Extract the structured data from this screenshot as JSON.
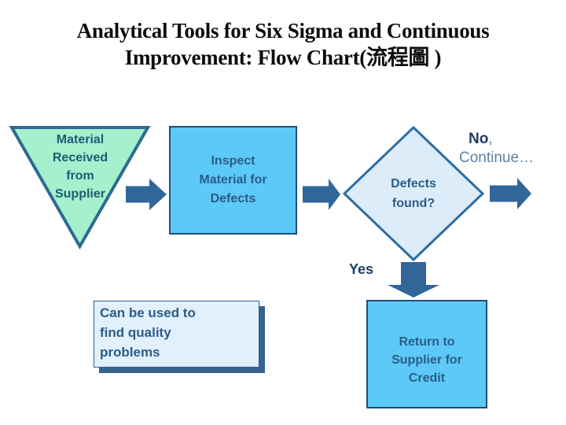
{
  "title": {
    "line1": "Analytical Tools for Six Sigma and Continuous",
    "line2": "Improvement: Flow Chart(流程圖 )"
  },
  "flowchart": {
    "material_triangle": {
      "label": "Material\nReceived\nfrom\nSupplier"
    },
    "inspect_box": {
      "label": "Inspect\nMaterial for\nDefects"
    },
    "decision_diamond": {
      "label": "Defects\nfound?"
    },
    "no_branch": {
      "no": "No",
      "comma": ",",
      "text": "Continue…"
    },
    "yes_label": "Yes",
    "return_box": {
      "label": "Return to\nSupplier for\nCredit"
    },
    "note_box": {
      "label": "Can be used to\nfind quality\nproblems"
    }
  },
  "colors": {
    "triangle_fill": "#a5f1ce",
    "triangle_border": "#2d6b90",
    "process_fill": "#5cc9f8",
    "process_border": "#1f4e79",
    "diamond_fill": "#dcecf9",
    "diamond_border": "#2e6da4",
    "arrow": "#31669a",
    "note_fill": "#e2f0fc",
    "note_shadow": "#38638f",
    "label_blue": "#2a5d87",
    "triangle_text": "#235a73",
    "navy_text": "#1c3f63",
    "slate_text": "#5f82a3",
    "title_text": "#0d0d0d"
  }
}
